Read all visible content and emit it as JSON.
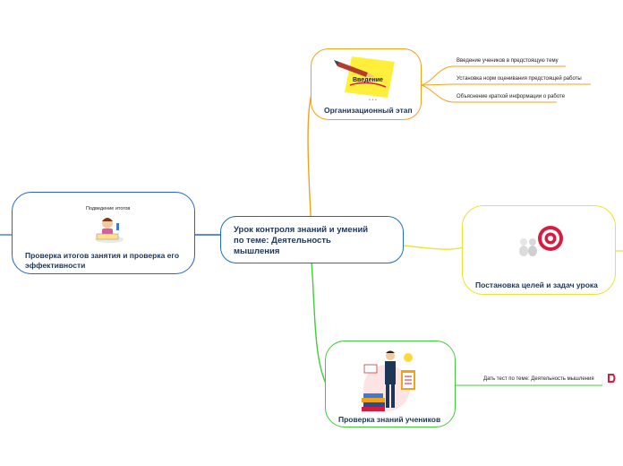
{
  "central": {
    "title_line1": "Урок контроля знаний и умений",
    "title_line2": "по теме: Деятельность",
    "title_line3": "мышления"
  },
  "branches": {
    "org": {
      "label": "Организационный этап",
      "image_text": "Введение",
      "image_dots": "• • •",
      "leaves": [
        "Введение учеников в предстоящую тему",
        "Установка норм оценивания предстоящей работы",
        "Объяснение краткой информации о работе"
      ]
    },
    "goals": {
      "label": "Постановка целей и задач урока"
    },
    "check": {
      "label": "Проверка знаний учеников",
      "leaves": [
        "Дать тест по теме: Деятельность мышления"
      ]
    },
    "summary": {
      "label_line1": "Проверка итогов занятия и проверка его",
      "label_line2": "эффективности",
      "image_caption": "Подведение итогов"
    }
  },
  "colors": {
    "central": "#1f6fb5",
    "org": "#f4a11a",
    "goals": "#e9e335",
    "check": "#3fce3a",
    "summary": "#2962cc",
    "leaf_underline_org": "#f4a11a",
    "leaf_underline_check": "#3fce3a",
    "marker": "#d81b40"
  },
  "icons": [
    "pencil-icon",
    "target-icon",
    "teacher-icon",
    "child-reading-icon",
    "edge-marker-icon"
  ]
}
